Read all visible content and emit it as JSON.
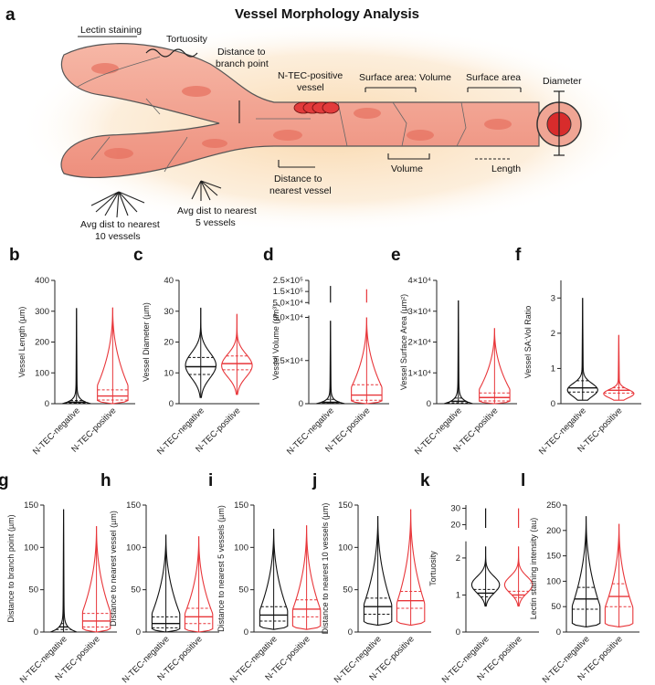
{
  "figure": {
    "title": "Vessel Morphology Analysis",
    "panel_a": {
      "letter": "a",
      "annotations": {
        "lectin": "Lectin staining",
        "tortuosity": "Tortuosity",
        "branch_1": "Distance to",
        "branch_2": "branch point",
        "ntec_1": "N-TEC-positive",
        "ntec_2": "vessel",
        "savol": "Surface area: Volume",
        "sa": "Surface area",
        "diameter": "Diameter",
        "nearest_1": "Distance to",
        "nearest_2": "nearest vessel",
        "volume": "Volume",
        "length": "Length",
        "avg10_1": "Avg dist to nearest",
        "avg10_2": "10 vessels",
        "avg5_1": "Avg dist to nearest",
        "avg5_2": "5 vessels"
      }
    },
    "colors": {
      "negative": "#111111",
      "positive": "#e8363a",
      "vessel_fill": "#f0a594",
      "vessel_stroke": "#555555",
      "cell": "#e7705f",
      "glow": "#f9d6a8"
    }
  },
  "chart_data": [
    {
      "letter": "b",
      "type": "violin",
      "ylabel": "Vessel Length (µm)",
      "ylim": [
        0,
        400
      ],
      "yticks": [
        "0",
        "100",
        "200",
        "300",
        "400"
      ],
      "tick_values": [
        0,
        100,
        200,
        300,
        400
      ],
      "categories": [
        "N-TEC-negative",
        "N-TEC-positive"
      ],
      "series": [
        {
          "min": 0,
          "max": 310,
          "median": 5,
          "q1": 2,
          "q3": 10,
          "shape": "spike"
        },
        {
          "min": 0,
          "max": 312,
          "median": 25,
          "q1": 12,
          "q3": 45,
          "shape": "skew"
        }
      ]
    },
    {
      "letter": "c",
      "type": "violin",
      "ylabel": "Vessel Diameter (µm)",
      "ylim": [
        0,
        40
      ],
      "yticks": [
        "0",
        "10",
        "20",
        "30",
        "40"
      ],
      "tick_values": [
        0,
        10,
        20,
        30,
        40
      ],
      "categories": [
        "N-TEC-negative",
        "N-TEC-positive"
      ],
      "series": [
        {
          "min": 2,
          "max": 31,
          "median": 12,
          "q1": 9.5,
          "q3": 15,
          "shape": "bell"
        },
        {
          "min": 3,
          "max": 29,
          "median": 13,
          "q1": 11,
          "q3": 15.5,
          "shape": "bell"
        }
      ]
    },
    {
      "letter": "d",
      "type": "violin",
      "ylabel": "Vessel Volume (µm³)",
      "break": true,
      "yticks": [
        "0",
        "2.5×10⁴",
        "5.0×10⁴",
        "5.0×10⁴",
        "1.5×10⁵",
        "2.5×10⁵"
      ],
      "categories": [
        "N-TEC-negative",
        "N-TEC-positive"
      ],
      "series": [
        {
          "min": 0,
          "max": 48000,
          "median": 800,
          "q1": 200,
          "q3": 2500,
          "shape": "spike",
          "upper_max": 200000
        },
        {
          "min": 0,
          "max": 50000,
          "median": 5000,
          "q1": 2000,
          "q3": 11000,
          "shape": "skew",
          "upper_max": 170000
        }
      ]
    },
    {
      "letter": "e",
      "type": "violin",
      "ylabel": "Vessel Surface Area (µm²)",
      "ylim": [
        0,
        40000
      ],
      "yticks": [
        "0",
        "1×10⁴",
        "2×10⁴",
        "3×10⁴",
        "4×10⁴"
      ],
      "tick_values": [
        0,
        10000,
        20000,
        30000,
        40000
      ],
      "categories": [
        "N-TEC-negative",
        "N-TEC-positive"
      ],
      "series": [
        {
          "min": 0,
          "max": 33500,
          "median": 800,
          "q1": 300,
          "q3": 1800,
          "shape": "spike"
        },
        {
          "min": 0,
          "max": 24500,
          "median": 2000,
          "q1": 900,
          "q3": 3500,
          "shape": "skew"
        }
      ]
    },
    {
      "letter": "f",
      "type": "violin",
      "ylabel": "Vessel SA:Vol Ratio",
      "ylim": [
        0,
        3.5
      ],
      "yticks": [
        "0",
        "1",
        "2",
        "3"
      ],
      "tick_values": [
        0,
        1,
        2,
        3
      ],
      "categories": [
        "N-TEC-negative",
        "N-TEC-positive"
      ],
      "series": [
        {
          "min": 0.1,
          "max": 3.0,
          "median": 0.45,
          "q1": 0.33,
          "q3": 0.65,
          "shape": "wide"
        },
        {
          "min": 0.1,
          "max": 1.95,
          "median": 0.38,
          "q1": 0.3,
          "q3": 0.45,
          "shape": "wide"
        }
      ]
    },
    {
      "letter": "g",
      "type": "violin",
      "ylabel": "Distance to branch point (µm)",
      "ylim": [
        0,
        150
      ],
      "yticks": [
        "0",
        "50",
        "100",
        "150"
      ],
      "tick_values": [
        0,
        50,
        100,
        150
      ],
      "categories": [
        "N-TEC-negative",
        "N-TEC-positive"
      ],
      "series": [
        {
          "min": 0,
          "max": 145,
          "median": 6,
          "q1": 3,
          "q3": 10,
          "shape": "spike"
        },
        {
          "min": 0,
          "max": 125,
          "median": 13,
          "q1": 6,
          "q3": 22,
          "shape": "skew"
        }
      ]
    },
    {
      "letter": "h",
      "type": "violin",
      "ylabel": "Distance to nearest vessel (µm)",
      "ylim": [
        0,
        150
      ],
      "yticks": [
        "0",
        "50",
        "100",
        "150"
      ],
      "tick_values": [
        0,
        50,
        100,
        150
      ],
      "categories": [
        "N-TEC-negative",
        "N-TEC-positive"
      ],
      "series": [
        {
          "min": 0,
          "max": 115,
          "median": 10,
          "q1": 5,
          "q3": 18,
          "shape": "skew"
        },
        {
          "min": 0,
          "max": 113,
          "median": 18,
          "q1": 10,
          "q3": 28,
          "shape": "skew"
        }
      ]
    },
    {
      "letter": "i",
      "type": "violin",
      "ylabel": "Distance to nearest 5 vessels (µm)",
      "ylim": [
        0,
        150
      ],
      "yticks": [
        "0",
        "50",
        "100",
        "150"
      ],
      "tick_values": [
        0,
        50,
        100,
        150
      ],
      "categories": [
        "N-TEC-negative",
        "N-TEC-positive"
      ],
      "series": [
        {
          "min": 3,
          "max": 122,
          "median": 20,
          "q1": 13,
          "q3": 30,
          "shape": "skew"
        },
        {
          "min": 3,
          "max": 126,
          "median": 27,
          "q1": 18,
          "q3": 38,
          "shape": "skew"
        }
      ]
    },
    {
      "letter": "j",
      "type": "violin",
      "ylabel": "Distance to nearest 10 vessels (µm)",
      "ylim": [
        0,
        150
      ],
      "yticks": [
        "0",
        "50",
        "100",
        "150"
      ],
      "tick_values": [
        0,
        50,
        100,
        150
      ],
      "categories": [
        "N-TEC-negative",
        "N-TEC-positive"
      ],
      "series": [
        {
          "min": 8,
          "max": 137,
          "median": 30,
          "q1": 21,
          "q3": 40,
          "shape": "skew"
        },
        {
          "min": 8,
          "max": 145,
          "median": 37,
          "q1": 28,
          "q3": 48,
          "shape": "skew"
        }
      ]
    },
    {
      "letter": "k",
      "type": "violin",
      "ylabel": "Tortuosity",
      "break": true,
      "yticks": [
        "0",
        "1",
        "2",
        "20",
        "30"
      ],
      "categories": [
        "N-TEC-negative",
        "N-TEC-positive"
      ],
      "series": [
        {
          "min": 0.7,
          "max": 2.3,
          "median": 1.05,
          "q1": 0.95,
          "q3": 1.15,
          "shape": "bell",
          "upper_max": 30
        },
        {
          "min": 0.7,
          "max": 2.3,
          "median": 1.0,
          "q1": 0.93,
          "q3": 1.1,
          "shape": "bell",
          "upper_max": 30
        }
      ]
    },
    {
      "letter": "l",
      "type": "violin",
      "ylabel": "Lectin staining intensity (au)",
      "ylim": [
        0,
        250
      ],
      "yticks": [
        "0",
        "50",
        "100",
        "150",
        "200",
        "250"
      ],
      "tick_values": [
        0,
        50,
        100,
        150,
        200,
        250
      ],
      "categories": [
        "N-TEC-negative",
        "N-TEC-positive"
      ],
      "series": [
        {
          "min": 10,
          "max": 228,
          "median": 65,
          "q1": 45,
          "q3": 88,
          "shape": "skew"
        },
        {
          "min": 10,
          "max": 213,
          "median": 70,
          "q1": 50,
          "q3": 95,
          "shape": "skew"
        }
      ]
    }
  ]
}
